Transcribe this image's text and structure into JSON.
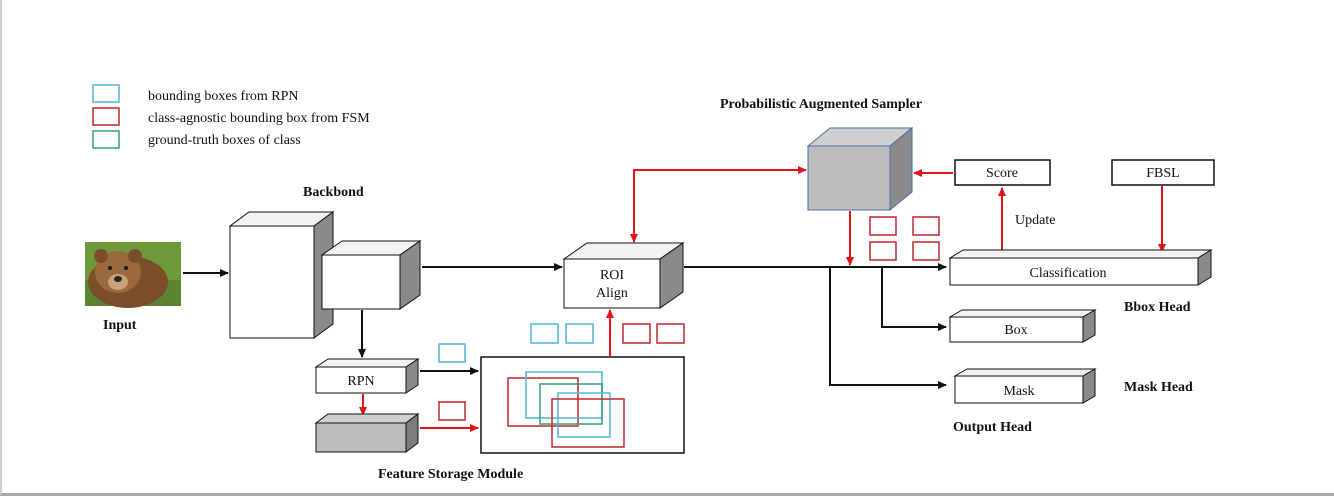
{
  "legend": {
    "items": [
      {
        "label": "bounding boxes from RPN",
        "color": "#4fb6d8"
      },
      {
        "label": "class-agnostic bounding box from FSM",
        "color": "#c0272d"
      },
      {
        "label": "ground-truth boxes of class",
        "color": "#2ea56a"
      }
    ]
  },
  "labels": {
    "backbone": "Backbond",
    "input": "Input",
    "rpn": "RPN",
    "roi_line1": "ROI",
    "roi_line2": "Align",
    "fsm": "Feature Storage  Module",
    "pas": "Probabilistic Augmented  Sampler",
    "score": "Score",
    "fbsl": "FBSL",
    "update": "Update",
    "classification": "Classification",
    "bbox_head": "Bbox Head",
    "box": "Box",
    "mask": "Mask",
    "mask_head": "Mask Head",
    "output_head": "Output Head"
  },
  "colors": {
    "arrow_red": "#e3131b",
    "arrow_black": "#111111",
    "cube_gray": "#bdbdbd",
    "cube_side": "#8a8a8a"
  },
  "icons": {
    "input_image": "brown-bear-photo"
  }
}
